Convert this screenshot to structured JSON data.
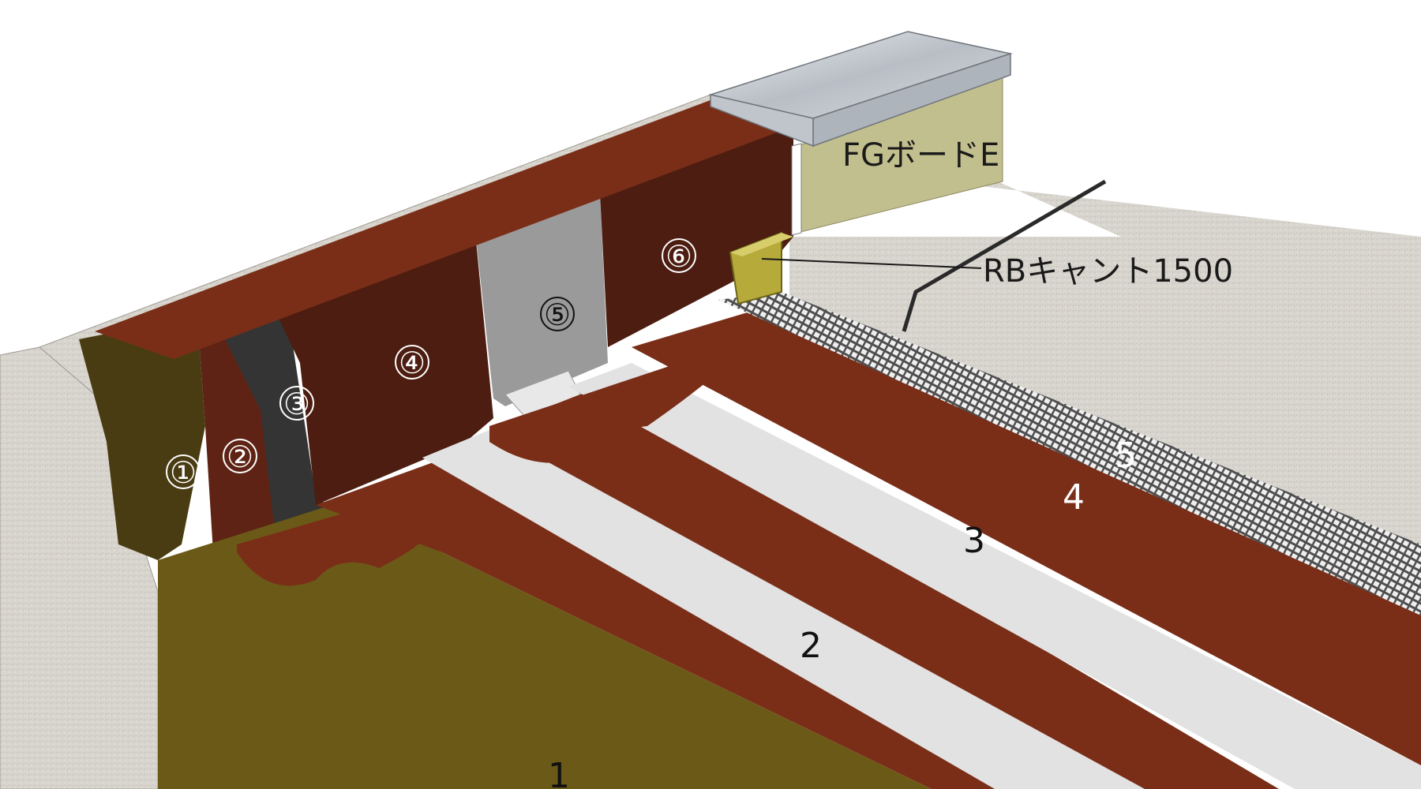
{
  "wall_labels": {
    "l1": "①",
    "l2": "②",
    "l3": "③",
    "l4": "④",
    "l5": "⑤",
    "l6": "⑥"
  },
  "floor_labels": {
    "f1": "1",
    "f2": "2",
    "f3": "3",
    "f4": "4",
    "f5": "5"
  },
  "callouts": {
    "fg_board": "FGボードE",
    "rb_cant": "RBキャント1500"
  },
  "colors": {
    "concrete": "#d6d3cc",
    "concrete_dark": "#b9b6ae",
    "primer_olive": "#6b5a17",
    "primer_dark": "#4a3c12",
    "sheet_rust": "#7a2e18",
    "sheet_dark": "#4c1d10",
    "tape_black": "#343434",
    "sheet_grey": "#9a9a9a",
    "sheet_light": "#e2e2e2",
    "board_khaki": "#c2bf8e",
    "metal": "#c7ccd2",
    "mesh": "#585858"
  }
}
